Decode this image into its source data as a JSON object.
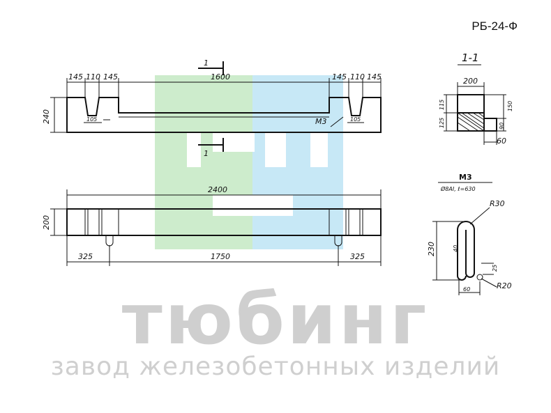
{
  "title": "РБ-24-Ф",
  "section": "1-1",
  "cut_mark": "1",
  "rebar": {
    "name": "М3",
    "spec": "Ø8AI, ℓ=630"
  },
  "brand": {
    "name": "тюбинг",
    "tagline": "завод железобетонных изделий"
  },
  "top_view": {
    "dims_top": [
      "145",
      "110",
      "145",
      "1600",
      "145",
      "110",
      "145"
    ],
    "height": "240",
    "socket_depth": "105",
    "rebar_label": "М3"
  },
  "plan_view": {
    "length": "2400",
    "width": "200",
    "dims_bottom": [
      "325",
      "1750",
      "325"
    ]
  },
  "section_view": {
    "width": "200",
    "heights_left": [
      "115",
      "125"
    ],
    "heights_right": [
      "150",
      "90"
    ],
    "bottom": "60"
  },
  "rebar_view": {
    "radius_top": "R30",
    "radius_bottom": "R20",
    "height": "230",
    "width": "40",
    "hook": "25",
    "bottom": "60"
  },
  "colors": {
    "watermark_green": "#cdeccc",
    "watermark_blue": "#c7e8f6",
    "brand_gray": "#cfcfcf",
    "ink": "#111111"
  }
}
